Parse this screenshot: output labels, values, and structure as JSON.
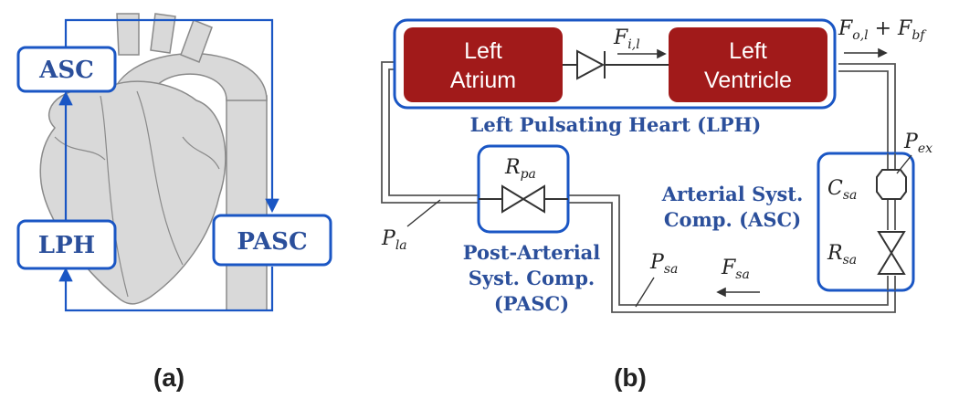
{
  "colors": {
    "accent_blue": "#1a56c4",
    "label_blue": "#2b4f9b",
    "chamber_red": "#a11a1a",
    "heart_gray": "#d9d9d9",
    "heart_outline": "#8a8a8a",
    "pipe_dark": "#555555"
  },
  "panel_a": {
    "caption": "(a)",
    "boxes": {
      "asc": "ASC",
      "lph": "LPH",
      "pasc": "PASC"
    }
  },
  "panel_b": {
    "caption": "(b)",
    "chambers": {
      "left_atrium": [
        "Left",
        "Atrium"
      ],
      "left_ventricle": [
        "Left",
        "Ventricle"
      ]
    },
    "group_labels": {
      "lph": "Left Pulsating Heart (LPH)",
      "asc": [
        "Arterial Syst.",
        "Comp. (ASC)"
      ],
      "pasc": [
        "Post-Arterial",
        "Syst. Comp.",
        "(PASC)"
      ]
    },
    "symbols": {
      "F_il": {
        "base": "F",
        "sub": "i,l"
      },
      "F_out": {
        "base1": "F",
        "sub1": "o,l",
        "plus": " + ",
        "base2": "F",
        "sub2": "bf"
      },
      "P_ex": {
        "base": "P",
        "sub": "ex"
      },
      "C_sa": {
        "base": "C",
        "sub": "sa"
      },
      "R_sa": {
        "base": "R",
        "sub": "sa"
      },
      "R_pa": {
        "base": "R",
        "sub": "pa"
      },
      "P_la": {
        "base": "P",
        "sub": "la"
      },
      "P_sa": {
        "base": "P",
        "sub": "sa"
      },
      "F_sa": {
        "base": "F",
        "sub": "sa"
      }
    }
  }
}
